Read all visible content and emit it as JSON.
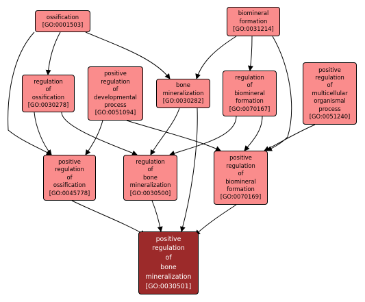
{
  "colors": {
    "node_fill": "#fa8c8c",
    "target_fill": "#9c2a2a",
    "border": "#000000",
    "edge": "#000000"
  },
  "nodes": {
    "ossification": "ossification\n[GO:0001503]",
    "biomineral_formation": "biomineral\nformation\n[GO:0031214]",
    "regulation_of_ossification": "regulation\nof\nossification\n[GO:0030278]",
    "positive_regulation_of_developmental_process": "positive\nregulation\nof\ndevelopmental\nprocess\n[GO:0051094]",
    "bone_mineralization": "bone\nmineralization\n[GO:0030282]",
    "regulation_of_biomineral_formation": "regulation\nof\nbiomineral\nformation\n[GO:0070167]",
    "positive_regulation_of_multicellular_organismal_process": "positive\nregulation\nof\nmulticellular\norganismal\nprocess\n[GO:0051240]",
    "positive_regulation_of_ossification": "positive\nregulation\nof\nossification\n[GO:0045778]",
    "regulation_of_bone_mineralization": "regulation\nof\nbone\nmineralization\n[GO:0030500]",
    "positive_regulation_of_biomineral_formation": "positive\nregulation\nof\nbiomineral\nformation\n[GO:0070169]",
    "positive_regulation_of_bone_mineralization": "positive\nregulation\nof\nbone\nmineralization\n[GO:0030501]"
  }
}
